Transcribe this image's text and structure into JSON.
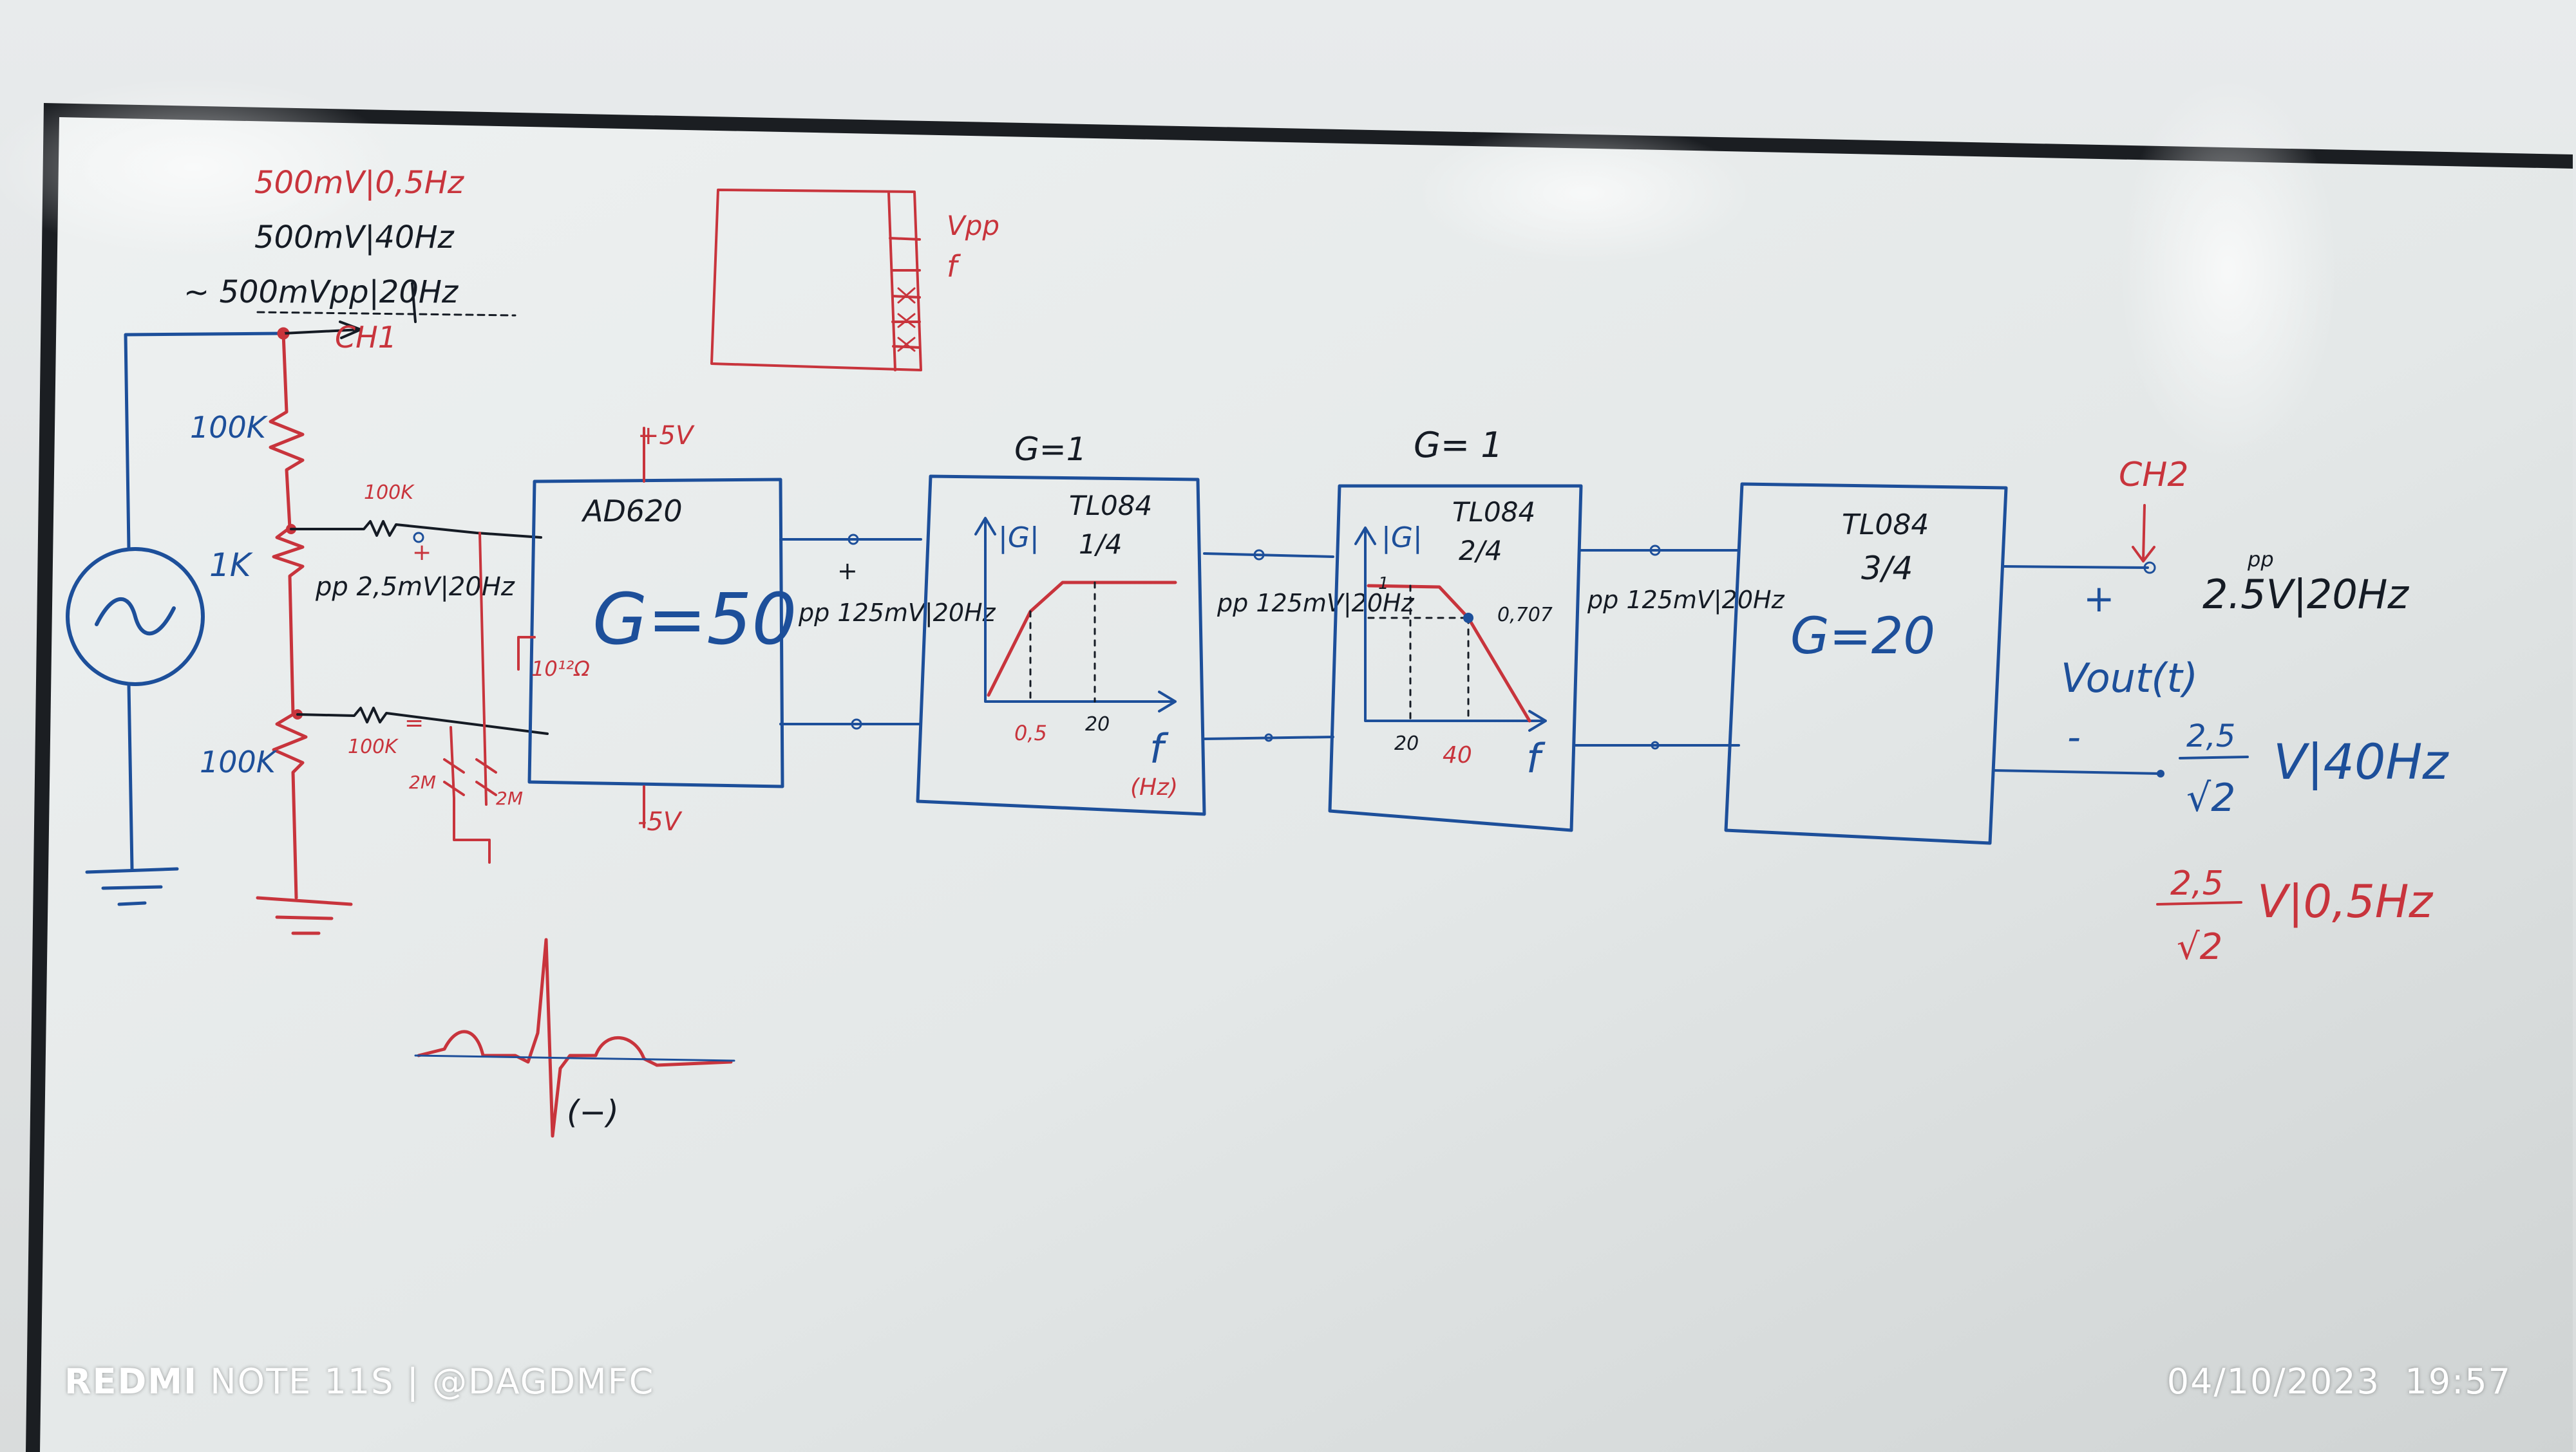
{
  "board": {
    "freq_notes": [
      "500mV|0,5Hz",
      "500mV|40Hz",
      "~ 500mVpp|20Hz"
    ],
    "ch1": "CH1",
    "ch2": "CH2",
    "r_top": "100K",
    "r_mid": "1K",
    "r_bot": "100K",
    "r_small_top": "100K",
    "r_small_bot": "100K",
    "r_2m_a": "2M",
    "r_2m_b": "2M",
    "in_diff": "pp 2,5mV|20Hz",
    "plus_sign": "+",
    "minus_sign": "=",
    "impedance": "10¹²Ω",
    "vpp_label": "Vpp",
    "f_label": "f",
    "ad620": {
      "name": "AD620",
      "gain": "G=50",
      "vplus": "+5V",
      "vminus": "-5V"
    },
    "sig1": "pp 125mV|20Hz",
    "stage1": {
      "gain_top": "G=1",
      "name": "TL084",
      "part": "1/4",
      "axis": "|G|",
      "tick_a": "0,5",
      "tick_b": "20",
      "f": "f",
      "unit": "(Hz)"
    },
    "sig2": "pp 125mV|20Hz",
    "stage2": {
      "gain_top": "G= 1",
      "name": "TL084",
      "part": "2/4",
      "axis": "|G|",
      "one": "1",
      "val": "0,707",
      "tick_a": "20",
      "tick_b": "40",
      "f": "f"
    },
    "sig3": "pp 125mV|20Hz",
    "stage3": {
      "name": "TL084",
      "part": "3/4",
      "gain": "G=20"
    },
    "out_pp": "pp",
    "out_20": "2.5V|20Hz",
    "vout": "Vout(t)",
    "out_40_num": "2,5",
    "out_40_den": "√2",
    "out_40_tail": "V|40Hz",
    "out_05_num": "2,5",
    "out_05_den": "√2",
    "out_05_tail": "V|0,5Hz",
    "out_plus": "+",
    "out_minus": "-",
    "ecg_mark": "(−)"
  },
  "watermark": {
    "brand": "REDMI",
    "model": " NOTE 11S | @DAGDMFC",
    "date": "04/10/2023",
    "time": "19:57"
  },
  "colors": {
    "red_marker": "#c8343c",
    "blue_marker": "#1d4f9a",
    "frame": "#1b1e22"
  }
}
